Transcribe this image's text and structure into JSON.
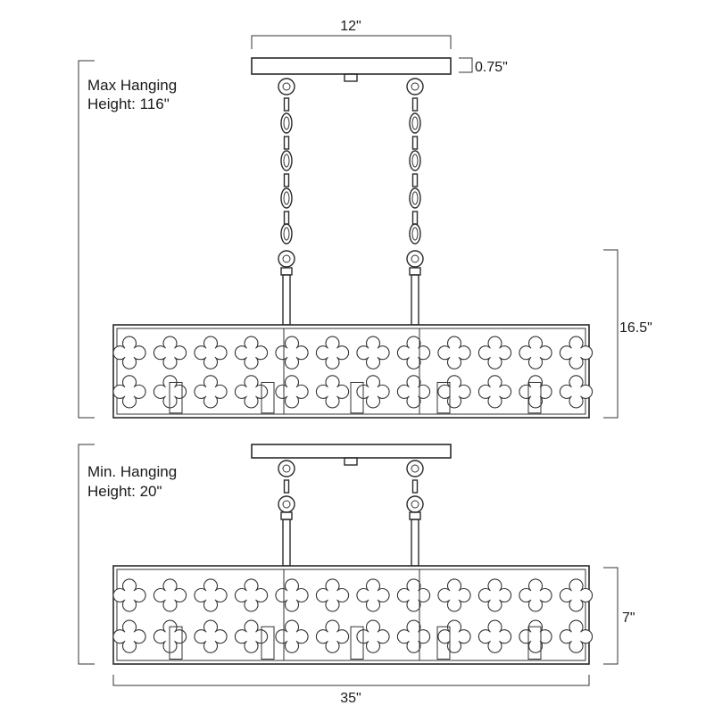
{
  "dimensions": {
    "canopy_width": "12\"",
    "canopy_height": "0.75\"",
    "body_height_max": "16.5\"",
    "shade_height": "7\"",
    "overall_width": "35\""
  },
  "notes": {
    "max_line1": "Max Hanging",
    "max_line2": "Height: 116\"",
    "min_line1": "Min. Hanging",
    "min_line2": "Height: 20\""
  },
  "colors": {
    "line": "#2a2a2a",
    "background": "#ffffff"
  },
  "icons": {
    "quatrefoil": "quatrefoil-cutout-icon",
    "chain": "chain-link-icon"
  }
}
